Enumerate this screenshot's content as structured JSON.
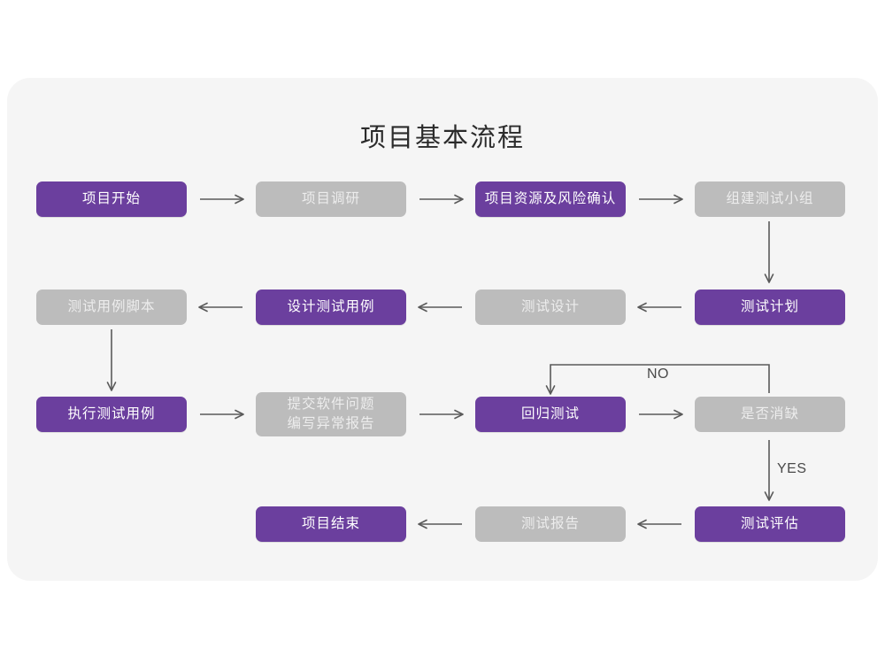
{
  "page": {
    "background": "#ffffff",
    "card_background": "#f5f5f5"
  },
  "chart_data": {
    "type": "diagram",
    "diagram_kind": "flowchart",
    "title": "项目基本流程",
    "colors": {
      "purple": "#6b3f9e",
      "purple_text": "#ffffff",
      "gray": "#bcbcbc",
      "gray_text": "#ededed",
      "arrow": "#5a5a5a",
      "title_text": "#2b2b2b",
      "label_text": "#4a4a4a"
    },
    "nodes": [
      {
        "id": "n1",
        "label": "项目开始",
        "style": "purple",
        "row": 1,
        "col": 1
      },
      {
        "id": "n2",
        "label": "项目调研",
        "style": "gray",
        "row": 1,
        "col": 2
      },
      {
        "id": "n3",
        "label": "项目资源及风险确认",
        "style": "purple",
        "row": 1,
        "col": 3
      },
      {
        "id": "n4",
        "label": "组建测试小组",
        "style": "gray",
        "row": 1,
        "col": 4
      },
      {
        "id": "n5",
        "label": "测试用例脚本",
        "style": "gray",
        "row": 2,
        "col": 1
      },
      {
        "id": "n6",
        "label": "设计测试用例",
        "style": "purple",
        "row": 2,
        "col": 2
      },
      {
        "id": "n7",
        "label": "测试设计",
        "style": "gray",
        "row": 2,
        "col": 3
      },
      {
        "id": "n8",
        "label": "测试计划",
        "style": "purple",
        "row": 2,
        "col": 4
      },
      {
        "id": "n9",
        "label": "执行测试用例",
        "style": "purple",
        "row": 3,
        "col": 1
      },
      {
        "id": "n10",
        "label": "提交软件问题\n编写异常报告",
        "style": "gray",
        "row": 3,
        "col": 2
      },
      {
        "id": "n11",
        "label": "回归测试",
        "style": "purple",
        "row": 3,
        "col": 3
      },
      {
        "id": "n12",
        "label": "是否消缺",
        "style": "gray",
        "row": 3,
        "col": 4
      },
      {
        "id": "n13",
        "label": "项目结束",
        "style": "purple",
        "row": 4,
        "col": 2
      },
      {
        "id": "n14",
        "label": "测试报告",
        "style": "gray",
        "row": 4,
        "col": 3
      },
      {
        "id": "n15",
        "label": "测试评估",
        "style": "purple",
        "row": 4,
        "col": 4
      }
    ],
    "edges": [
      {
        "from": "n1",
        "to": "n2",
        "label": "",
        "direction": "right"
      },
      {
        "from": "n2",
        "to": "n3",
        "label": "",
        "direction": "right"
      },
      {
        "from": "n3",
        "to": "n4",
        "label": "",
        "direction": "right"
      },
      {
        "from": "n4",
        "to": "n8",
        "label": "",
        "direction": "down"
      },
      {
        "from": "n8",
        "to": "n7",
        "label": "",
        "direction": "left"
      },
      {
        "from": "n7",
        "to": "n6",
        "label": "",
        "direction": "left"
      },
      {
        "from": "n6",
        "to": "n5",
        "label": "",
        "direction": "left"
      },
      {
        "from": "n5",
        "to": "n9",
        "label": "",
        "direction": "down"
      },
      {
        "from": "n9",
        "to": "n10",
        "label": "",
        "direction": "right"
      },
      {
        "from": "n10",
        "to": "n11",
        "label": "",
        "direction": "right"
      },
      {
        "from": "n11",
        "to": "n12",
        "label": "",
        "direction": "right"
      },
      {
        "from": "n12",
        "to": "n11",
        "label": "NO",
        "direction": "loop-up-left"
      },
      {
        "from": "n12",
        "to": "n15",
        "label": "YES",
        "direction": "down"
      },
      {
        "from": "n15",
        "to": "n14",
        "label": "",
        "direction": "left"
      },
      {
        "from": "n14",
        "to": "n13",
        "label": "",
        "direction": "left"
      }
    ],
    "edge_labels": [
      {
        "id": "lbl-no",
        "text": "NO"
      },
      {
        "id": "lbl-yes",
        "text": "YES"
      }
    ]
  }
}
